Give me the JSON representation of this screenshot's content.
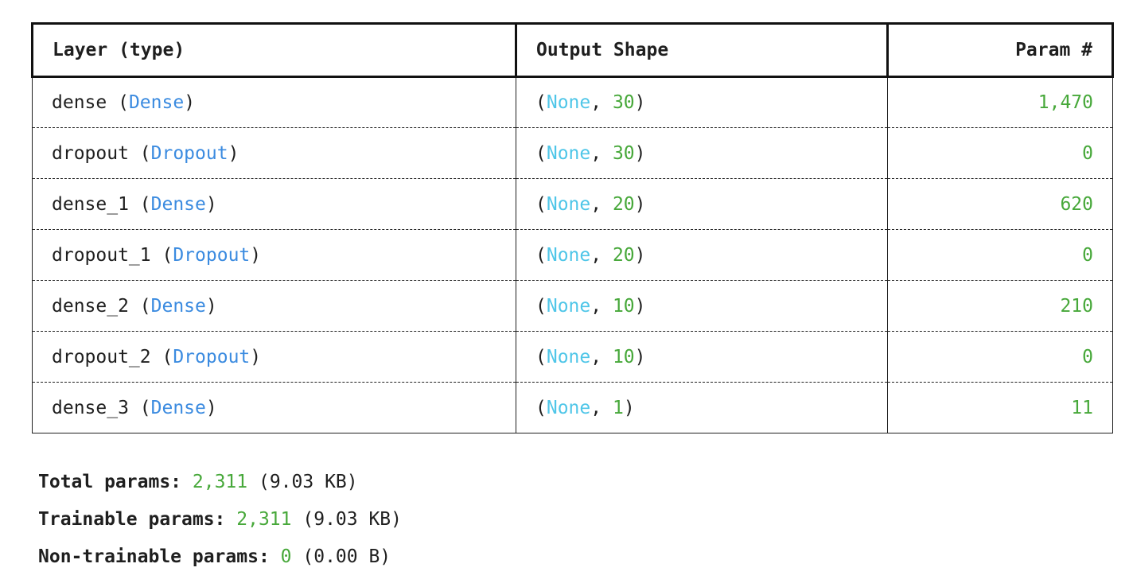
{
  "table": {
    "headers": [
      "Layer (type)",
      "Output Shape",
      "Param #"
    ],
    "rows": [
      {
        "name": "dense",
        "type": "Dense",
        "shape_none": "None",
        "shape_dim": "30",
        "params": "1,470"
      },
      {
        "name": "dropout",
        "type": "Dropout",
        "shape_none": "None",
        "shape_dim": "30",
        "params": "0"
      },
      {
        "name": "dense_1",
        "type": "Dense",
        "shape_none": "None",
        "shape_dim": "20",
        "params": "620"
      },
      {
        "name": "dropout_1",
        "type": "Dropout",
        "shape_none": "None",
        "shape_dim": "20",
        "params": "0"
      },
      {
        "name": "dense_2",
        "type": "Dense",
        "shape_none": "None",
        "shape_dim": "10",
        "params": "210"
      },
      {
        "name": "dropout_2",
        "type": "Dropout",
        "shape_none": "None",
        "shape_dim": "10",
        "params": "0"
      },
      {
        "name": "dense_3",
        "type": "Dense",
        "shape_none": "None",
        "shape_dim": "1",
        "params": "11"
      }
    ]
  },
  "totals": {
    "total_label": "Total params:",
    "total_value": "2,311",
    "total_size": "(9.03 KB)",
    "trainable_label": "Trainable params:",
    "trainable_value": "2,311",
    "trainable_size": "(9.03 KB)",
    "non_trainable_label": "Non-trainable params:",
    "non_trainable_value": "0",
    "non_trainable_size": "(0.00 B)"
  },
  "colors": {
    "type": "#3b8be0",
    "none": "#4fc6e8",
    "int": "#47a83a",
    "text": "#1f1f1f"
  }
}
